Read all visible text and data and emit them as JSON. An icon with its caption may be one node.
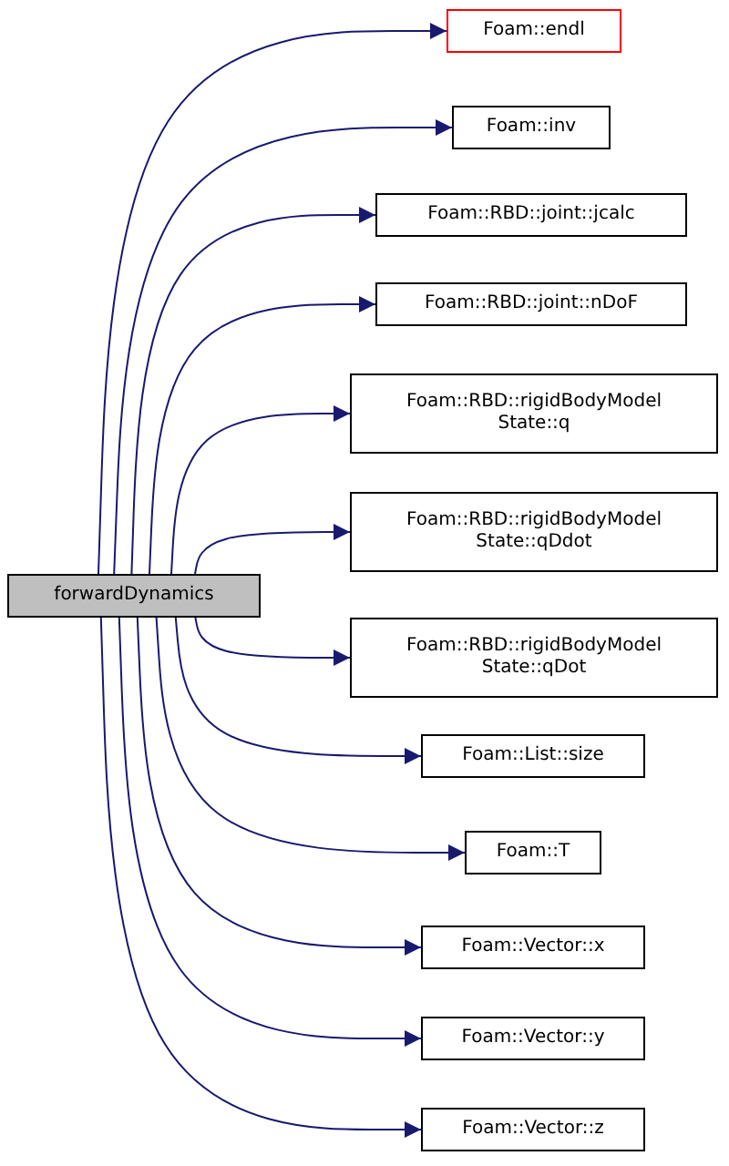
{
  "diagram": {
    "nodes": [
      {
        "text": [
          "forwardDynamics"
        ]
      },
      {
        "text": [
          "Foam::endl"
        ]
      },
      {
        "text": [
          "Foam::inv"
        ]
      },
      {
        "text": [
          "Foam::RBD::joint::jcalc"
        ]
      },
      {
        "text": [
          "Foam::RBD::joint::nDoF"
        ]
      },
      {
        "text": [
          "Foam::RBD::rigidBodyModel State::q"
        ]
      },
      {
        "text": [
          "Foam::RBD::rigidBodyModel State::qDdot"
        ]
      },
      {
        "text": [
          "Foam::RBD::rigidBodyModel State::qDot"
        ]
      },
      {
        "text": [
          "Foam::List::size"
        ]
      },
      {
        "text": [
          "Foam::T"
        ]
      },
      {
        "text": [
          "Foam::Vector::x"
        ]
      },
      {
        "text": [
          "Foam::Vector::y"
        ]
      },
      {
        "text": [
          "Foam::Vector::z"
        ]
      }
    ],
    "edges": [
      {
        "from": 0,
        "to": 1,
        "arrow": "to"
      },
      {
        "from": 0,
        "to": 2,
        "arrow": "to"
      },
      {
        "from": 0,
        "to": 3,
        "arrow": "to"
      },
      {
        "from": 0,
        "to": 4,
        "arrow": "to"
      },
      {
        "from": 0,
        "to": 5,
        "arrow": "to"
      },
      {
        "from": 0,
        "to": 6,
        "arrow": "to"
      },
      {
        "from": 0,
        "to": 7,
        "arrow": "to"
      },
      {
        "from": 0,
        "to": 8,
        "arrow": "to"
      },
      {
        "from": 0,
        "to": 9,
        "arrow": "to"
      },
      {
        "from": 0,
        "to": 10,
        "arrow": "to"
      },
      {
        "from": 0,
        "to": 11,
        "arrow": "to"
      },
      {
        "from": 0,
        "to": 12,
        "arrow": "to"
      }
    ]
  }
}
